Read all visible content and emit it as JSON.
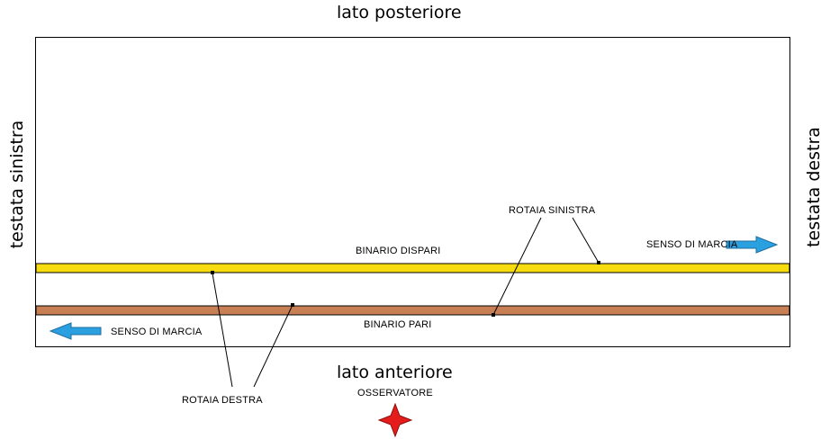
{
  "labels": {
    "rear_side": "lato posteriore",
    "front_side": "lato anteriore",
    "left_end": "testata sinistra",
    "right_end": "testata destra",
    "odd_track": "BINARIO DISPARI",
    "even_track": "BINARIO PARI",
    "left_rail": "ROTAIA SINISTRA",
    "right_rail": "ROTAIA DESTRA",
    "direction_right": "SENSO DI MARCIA",
    "direction_left": "SENSO DI MARCIA",
    "observer": "OSSERVATORE"
  },
  "colors": {
    "odd_track": "#f7dc0f",
    "even_track": "#c87f53",
    "arrow": "#2aa0e0",
    "observer_star": "#e51c1c",
    "outline": "#000000"
  },
  "icons": {
    "direction_right": "arrow-right-icon",
    "direction_left": "arrow-left-icon",
    "observer": "four-point-star-icon"
  }
}
